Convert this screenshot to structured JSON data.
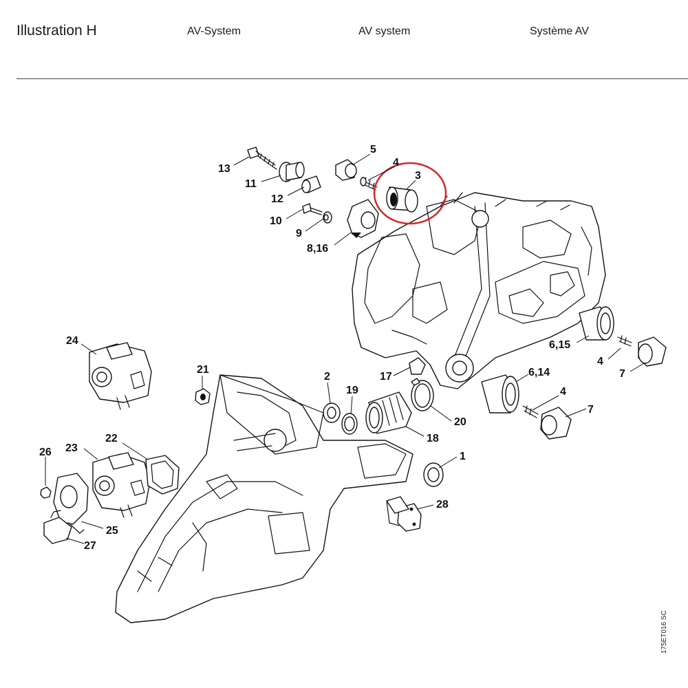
{
  "header": {
    "title": "Illustration  H",
    "subtitle_de": "AV-System",
    "subtitle_en": "AV system",
    "subtitle_fr": "Système AV"
  },
  "drawing_code": "175ET016 SC",
  "highlight": {
    "part": "3",
    "color": "#d9262b"
  },
  "callouts": {
    "c1": "1",
    "c2": "2",
    "c3": "3",
    "c4a": "4",
    "c4b": "4",
    "c4c": "4",
    "c5": "5",
    "c6_14": "6,14",
    "c6_15": "6,15",
    "c7a": "7",
    "c7b": "7",
    "c8_16": "8,16",
    "c9": "9",
    "c10": "10",
    "c11": "11",
    "c12": "12",
    "c13": "13",
    "c17": "17",
    "c18": "18",
    "c19": "19",
    "c20": "20",
    "c21": "21",
    "c22": "22",
    "c23": "23",
    "c24": "24",
    "c25": "25",
    "c26": "26",
    "c27": "27",
    "c28": "28"
  }
}
